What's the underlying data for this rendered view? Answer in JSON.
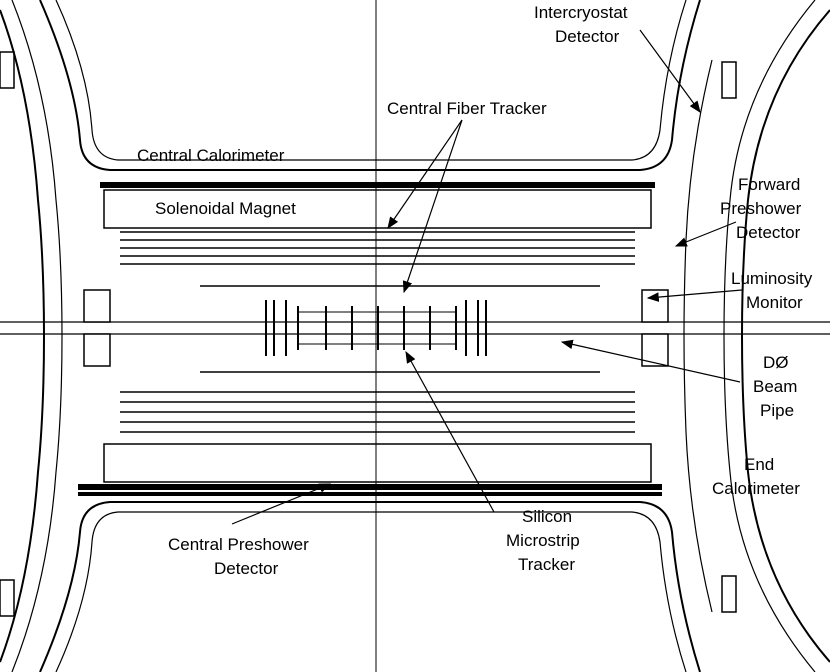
{
  "labels": {
    "intercryostat_1": "Intercryostat",
    "intercryostat_2": "Detector",
    "central_fiber_tracker": "Central Fiber Tracker",
    "central_calorimeter": "Central Calorimeter",
    "solenoidal_magnet": "Solenoidal Magnet",
    "forward_preshower_1": "Forward",
    "forward_preshower_2": "Preshower",
    "forward_preshower_3": "Detector",
    "luminosity_1": "Luminosity",
    "luminosity_2": "Monitor",
    "d0": "DØ",
    "beam_1": "Beam",
    "beam_2": "Pipe",
    "end_cal_1": "End",
    "end_cal_2": "Calorimeter",
    "silicon_1": "Silicon",
    "silicon_2": "Microstrip",
    "silicon_3": "Tracker",
    "central_preshower_1": "Central Preshower",
    "central_preshower_2": "Detector"
  }
}
